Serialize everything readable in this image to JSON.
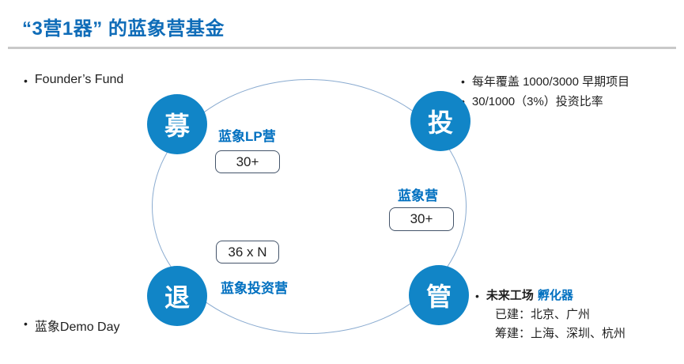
{
  "ui": {
    "bullet": "•"
  },
  "header": {
    "title": "“3营1器” 的蓝象营基金"
  },
  "left": {
    "founders_fund": "Founder’s Fund",
    "demo_day": "蓝象Demo Day"
  },
  "right_top": {
    "line1": "每年覆盖 1000/3000 早期项目",
    "line2": "30/1000（3%）投资比率"
  },
  "right_bottom": {
    "prefix": "未来工场",
    "highlight": "孵化器",
    "built": "已建：北京、广州",
    "planned": "筹建：上海、深圳、杭州"
  },
  "diagram": {
    "node_raise": "募",
    "node_invest": "投",
    "node_exit": "退",
    "node_manage": "管",
    "lp_camp_label": "蓝象LP营",
    "lp_camp_count": "30+",
    "blue_camp_label": "蓝象营",
    "blue_camp_count": "30+",
    "invest_camp_label": "蓝象投资营",
    "invest_camp_count": "36 x N"
  },
  "colors": {
    "accent_blue": "#1185c7",
    "title_blue": "#0f6cb8",
    "label_blue": "#0070c0",
    "ellipse_stroke": "#8aabd0",
    "box_border": "#44546a",
    "divider_gray": "#c9c9c9",
    "text_dark": "#1f1f1f"
  }
}
